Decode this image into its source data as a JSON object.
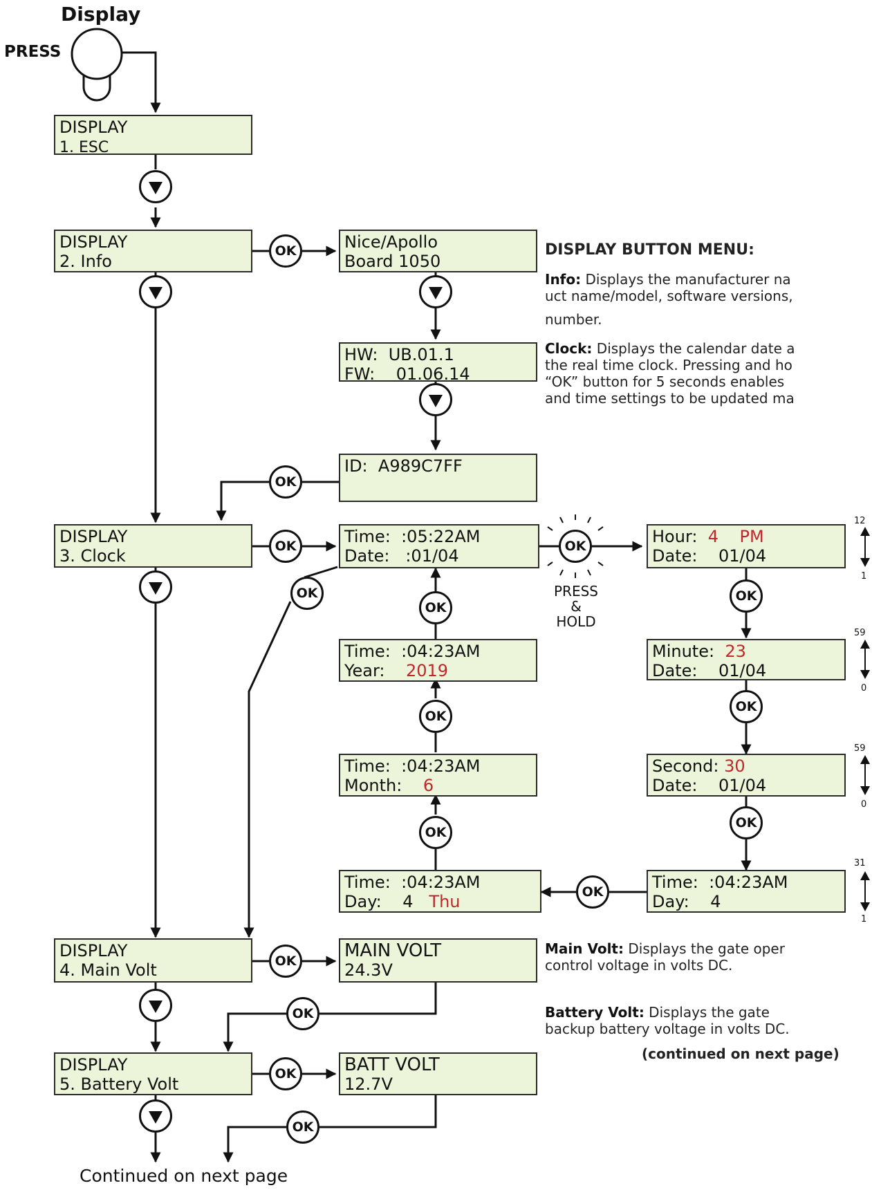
{
  "header": {
    "title": "Display",
    "press_label": "PRESS"
  },
  "menu": {
    "esc": {
      "line1": "DISPLAY",
      "line2": "1. ESC"
    },
    "info": {
      "line1": "DISPLAY",
      "line2": "2. Info"
    },
    "clock": {
      "line1": "DISPLAY",
      "line2": "3. Clock"
    },
    "main": {
      "line1": "DISPLAY",
      "line2": "4. Main Volt"
    },
    "battery": {
      "line1": "DISPLAY",
      "line2": "5. Battery Volt"
    }
  },
  "info_screens": {
    "name": {
      "line1": "Nice/Apollo",
      "line2": "Board 1050"
    },
    "hw": {
      "label": "HW:",
      "value": "UB.01.1"
    },
    "fw": {
      "label": "FW:",
      "value": "01.06.14"
    },
    "id": {
      "label": "ID:",
      "value": "A989C7FF"
    }
  },
  "clock_screens": {
    "main": {
      "time_label": "Time:",
      "time": ":05:22AM",
      "date_label": "Date:",
      "date": ":01/04"
    },
    "year": {
      "time_label": "Time:",
      "time": ":04:23AM",
      "label": "Year:",
      "value": "2019"
    },
    "month": {
      "time_label": "Time:",
      "time": ":04:23AM",
      "label": "Month:",
      "value": "6"
    },
    "day": {
      "time_label": "Time:",
      "time": ":04:23AM",
      "label": "Day:",
      "num": "4",
      "value": "Thu"
    },
    "hour": {
      "label": "Hour:",
      "value": "4",
      "ampm": "PM",
      "date_label": "Date:",
      "date": "01/04"
    },
    "minute": {
      "label": "Minute:",
      "value": "23",
      "date_label": "Date:",
      "date": "01/04"
    },
    "second": {
      "label": "Second:",
      "value": "30",
      "date_label": "Date:",
      "date": "01/04"
    },
    "dayset": {
      "time_label": "Time:",
      "time": ":04:23AM",
      "label": "Day:",
      "value": "4"
    }
  },
  "ranges": {
    "hour": {
      "max": "12",
      "min": "1"
    },
    "minute": {
      "max": "59",
      "min": "0"
    },
    "second": {
      "max": "59",
      "min": "0"
    },
    "day": {
      "max": "31",
      "min": "1"
    }
  },
  "volt_screens": {
    "main": {
      "line1": "MAIN VOLT",
      "line2": "24.3V"
    },
    "batt": {
      "line1": "BATT VOLT",
      "line2": "12.7V"
    }
  },
  "buttons": {
    "ok": "OK",
    "press_hold_1": "PRESS &",
    "press_hold_2": "HOLD"
  },
  "description": {
    "heading": "DISPLAY BUTTON MENU:",
    "info_term": "Info:",
    "info_text_1": " Displays the manufacturer na",
    "info_text_2": "uct name/model, software versions,",
    "info_text_3": "number.",
    "clock_term": "Clock:",
    "clock_text_1": " Displays the calendar date a",
    "clock_text_2": "the real time clock. Pressing and ho",
    "clock_text_3": "“OK” button for 5 seconds enables",
    "clock_text_4": "and time settings to be updated ma",
    "main_term": "Main Volt:",
    "main_text_1": " Displays the gate oper",
    "main_text_2": "control voltage in volts DC.",
    "battery_term": "Battery Volt:",
    "battery_text_1": " Displays the gate",
    "battery_text_2": "backup battery voltage in volts DC.",
    "continued_right": "(continued on next page)"
  },
  "footer": {
    "continued": "Continued on next page"
  }
}
